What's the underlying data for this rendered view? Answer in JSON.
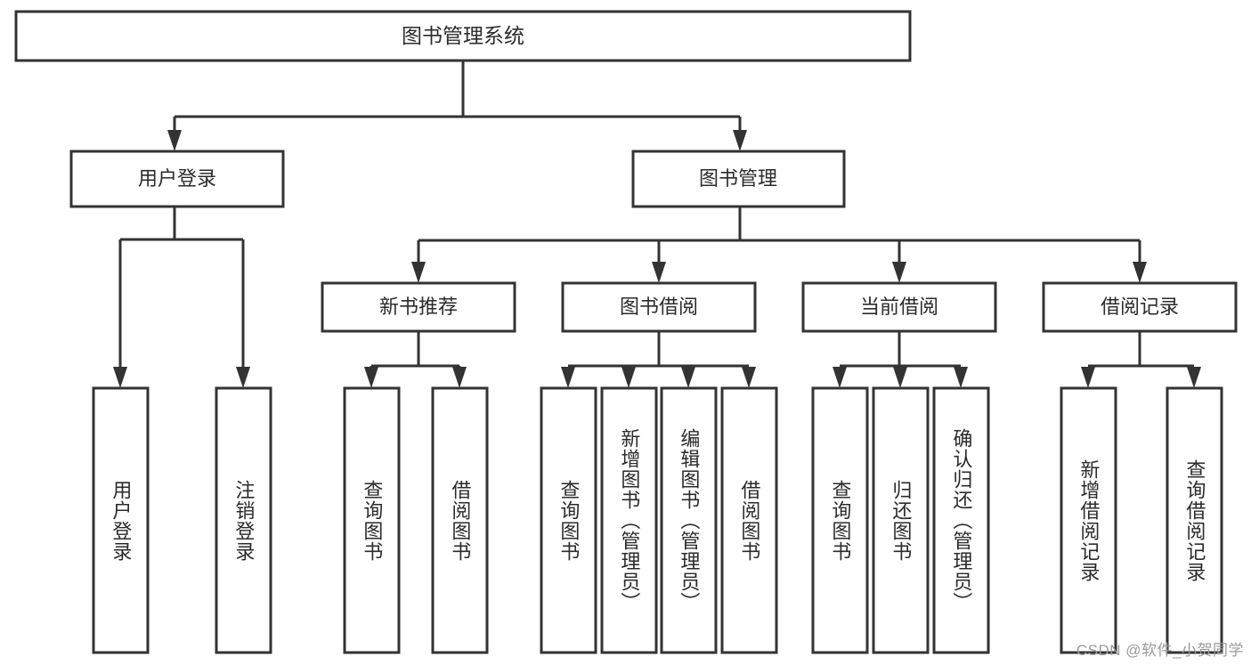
{
  "diagram": {
    "type": "hierarchy-tree",
    "title": "图书管理系统",
    "watermark": "CSDN @软件_小贺同学",
    "colors": {
      "stroke": "#333333",
      "fill": "#ffffff",
      "text": "#2b2b2b",
      "watermark": "#9a9a9a"
    },
    "levels": {
      "root": {
        "label": "图书管理系统"
      },
      "level2": [
        {
          "label": "用户登录"
        },
        {
          "label": "图书管理"
        }
      ],
      "level3": [
        {
          "label": "新书推荐"
        },
        {
          "label": "图书借阅"
        },
        {
          "label": "当前借阅"
        },
        {
          "label": "借阅记录"
        }
      ],
      "leaves": {
        "user_login": [
          {
            "label": "用户登录"
          },
          {
            "label": "注销登录"
          }
        ],
        "new_book_recommend": [
          {
            "label": "查询图书"
          },
          {
            "label": "借阅图书"
          }
        ],
        "book_borrow": [
          {
            "label": "查询图书"
          },
          {
            "label": "新增图书（管理员）"
          },
          {
            "label": "编辑图书（管理员）"
          },
          {
            "label": "借阅图书"
          }
        ],
        "current_borrow": [
          {
            "label": "查询图书"
          },
          {
            "label": "归还图书"
          },
          {
            "label": "确认归还（管理员）"
          }
        ],
        "borrow_record": [
          {
            "label": "新增借阅记录"
          },
          {
            "label": "查询借阅记录"
          }
        ]
      }
    }
  }
}
